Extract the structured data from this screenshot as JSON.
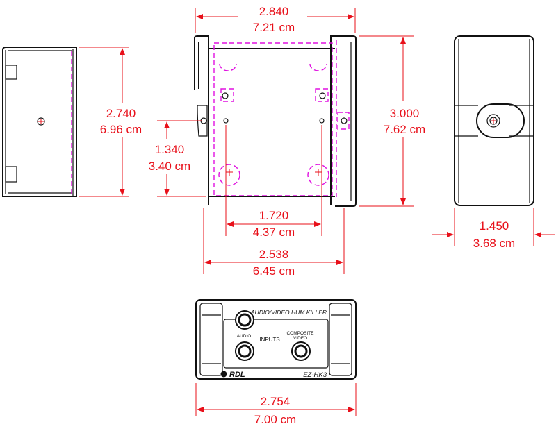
{
  "dimensions": {
    "top_width_in": "2.840",
    "top_width_cm": "7.21 cm",
    "left_height_in": "2.740",
    "left_height_cm": "6.96 cm",
    "mount_offset_in": "1.340",
    "mount_offset_cm": "3.40 cm",
    "right_height_in": "3.000",
    "right_height_cm": "7.62 cm",
    "hole_spacing_in": "1.720",
    "hole_spacing_cm": "4.37 cm",
    "base_width_in": "2.538",
    "base_width_cm": "6.45 cm",
    "depth_in": "1.450",
    "depth_cm": "3.68 cm",
    "front_width_in": "2.754",
    "front_width_cm": "7.00 cm"
  },
  "front_panel": {
    "title": "AUDIO/VIDEO HUM KILLER",
    "inputs_label": "INPUTS",
    "audio_label": "AUDIO",
    "video_label_line1": "COMPOSITE",
    "video_label_line2": "VIDEO",
    "brand": "RDL",
    "model": "EZ-HK3"
  },
  "colors": {
    "dimension": "#e8101a",
    "outline": "#111111",
    "hidden_lines": "#e010e0"
  }
}
